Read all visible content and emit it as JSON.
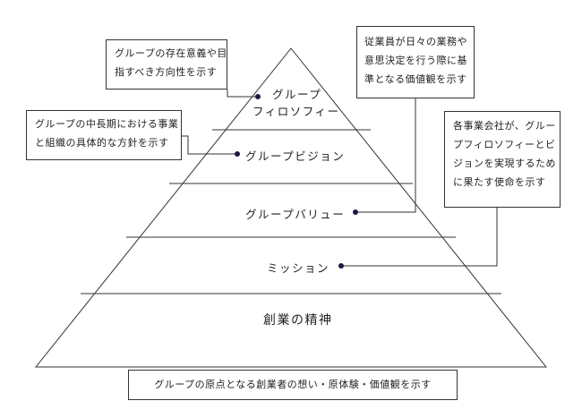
{
  "levels": {
    "philosophy": {
      "line1": "グループ",
      "line2": "フィロソフィー"
    },
    "vision": "グループビジョン",
    "value": "グループバリュー",
    "mission": "ミッション",
    "spirit": "創業の精神"
  },
  "callouts": {
    "philosophy": [
      "グループの存在意義や目",
      "指すべき方向性を示す"
    ],
    "vision": [
      "グループの中長期における事業",
      "と組織の具体的な方針を示す"
    ],
    "value": [
      "従業員が日々の業務や",
      "意思決定を行う際に基",
      "準となる価値観を示す"
    ],
    "mission": [
      "各事業会社が、グルー",
      "プフィロソフィーとビ",
      "ジョンを実現するため",
      "に果たす使命を示す"
    ],
    "spirit": "グループの原点となる創業者の想い・原体験・価値観を示す"
  }
}
